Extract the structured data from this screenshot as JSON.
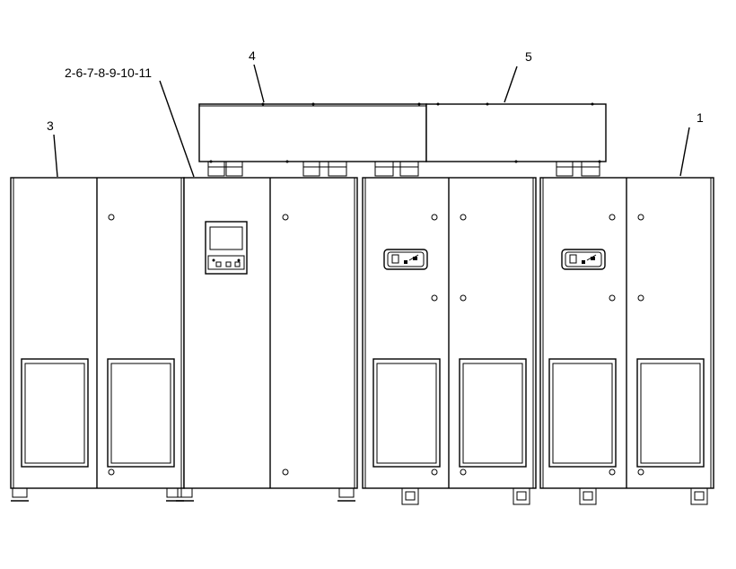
{
  "labels": {
    "l1": "1",
    "l3": "3",
    "l4": "4",
    "l5": "5",
    "l2": "2-6-7-8-9-10-11"
  },
  "colors": {
    "stroke": "#000000",
    "background": "#ffffff"
  }
}
